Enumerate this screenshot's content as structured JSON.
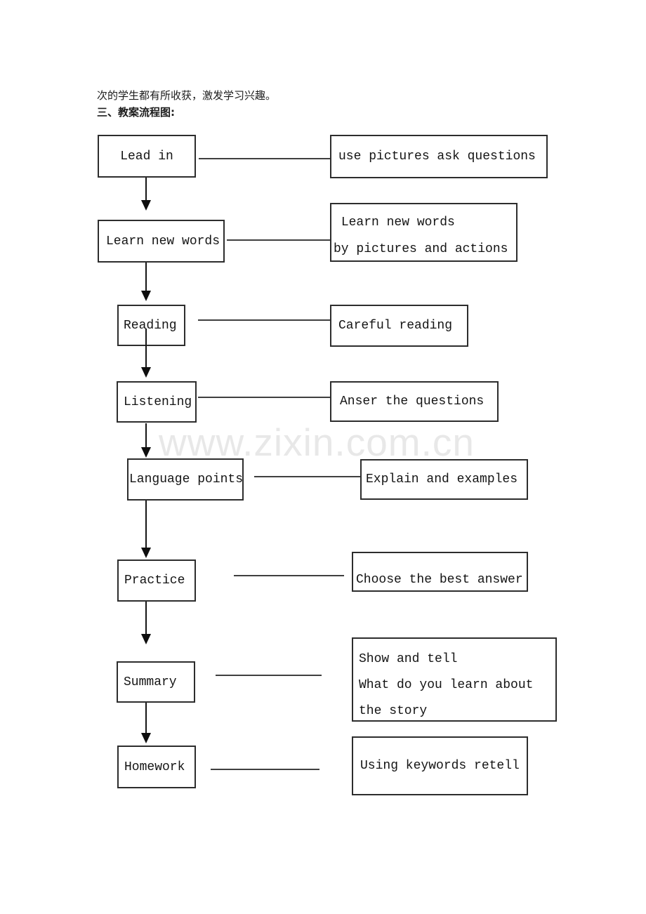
{
  "document": {
    "intro_line": "次的学生都有所收获，激发学习兴趣。",
    "section_title": "三、教案流程图:"
  },
  "watermark": {
    "text": "www.zixin.com.cn",
    "color": "#e8e8e8"
  },
  "flowchart": {
    "steps": [
      {
        "label": "Lead in",
        "note": "use pictures ask questions"
      },
      {
        "label": "Learn new words",
        "note": " Learn new words\nby pictures and actions"
      },
      {
        "label": "Reading",
        "note": "Careful reading"
      },
      {
        "label": "Listening",
        "note": "Anser the questions"
      },
      {
        "label": "Language points",
        "note": "Explain and examples"
      },
      {
        "label": "Practice",
        "note": "Choose the best answer"
      },
      {
        "label": "Summary",
        "note": "Show and tell\nWhat do you learn about\nthe story"
      },
      {
        "label": "Homework",
        "note": "Using keywords retell"
      }
    ]
  }
}
